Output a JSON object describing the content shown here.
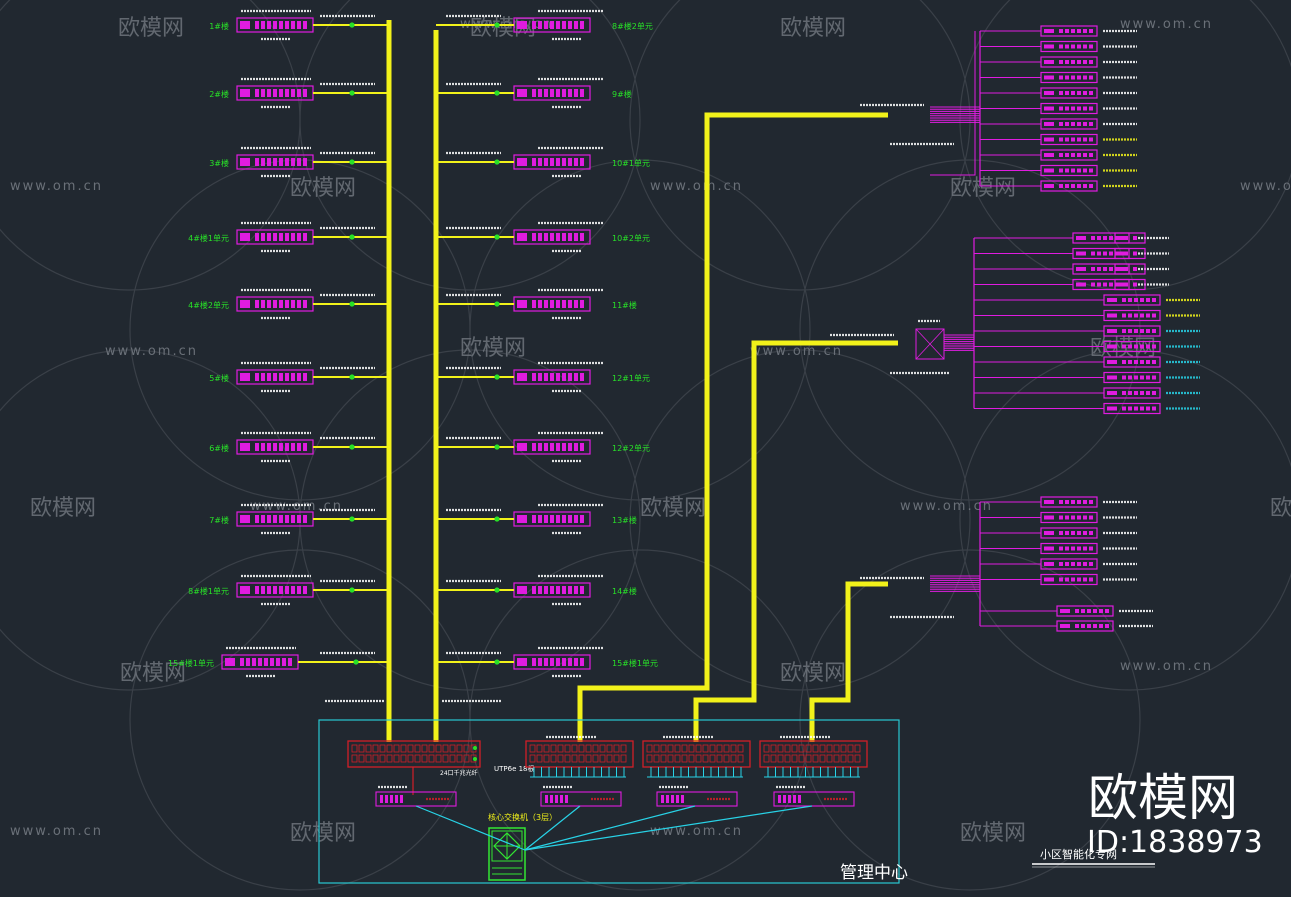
{
  "colors": {
    "background": "#212830",
    "trunk_fiber": "#f2f21a",
    "equipment": "#e01ce0",
    "building_label": "#28e028",
    "core_switch": "#32e632",
    "management_box": "#28c8d2",
    "utp_link": "#28d2e6",
    "cabinet_red": "#d21e28",
    "annotation": "#ffffff",
    "watermark": "#6a7078"
  },
  "watermark": {
    "site": "www.om.cn",
    "brand": "欧模网",
    "id_text": "ID:1838973"
  },
  "left_column": {
    "buildings": [
      "1#楼",
      "2#楼",
      "3#楼",
      "4#楼1单元",
      "4#楼2单元",
      "5#楼",
      "6#楼",
      "7#楼",
      "8#楼1单元",
      "15#楼1单元"
    ]
  },
  "right_column": {
    "buildings": [
      "8#楼2单元",
      "9#楼",
      "10#1单元",
      "10#2单元",
      "11#楼",
      "12#1单元",
      "12#2单元",
      "13#楼",
      "14#楼",
      "15#楼1单元"
    ]
  },
  "management_center": {
    "title": "管理中心",
    "core_switch_label": "核心交换机（3层）",
    "utp_label": "UTP6e 18根",
    "aggregation_label": "24口千兆光纤"
  },
  "drawing_title": "小区智能化专网"
}
